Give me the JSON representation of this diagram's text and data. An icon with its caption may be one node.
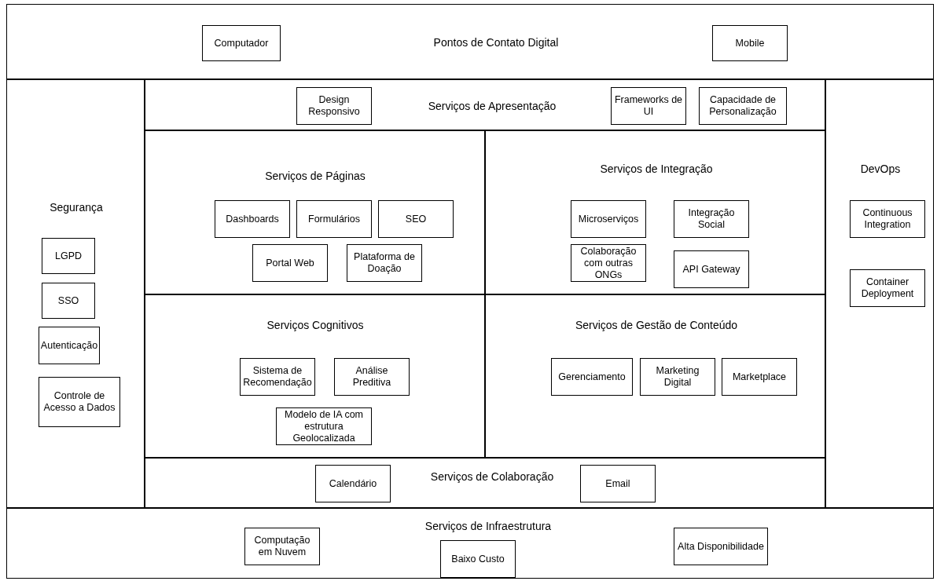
{
  "diagram": {
    "nodes": [
      {
        "text": [
          "Pontos de Contato Digital"
        ]
      },
      {
        "text": [
          "Computador"
        ],
        "in": 0
      },
      {
        "text": [
          "Mobile"
        ],
        "in": 0
      },
      {
        "text": [
          "Segurança"
        ]
      },
      {
        "text": [
          "LGPD"
        ],
        "in": 3
      },
      {
        "text": [
          "SSO"
        ],
        "in": 3
      },
      {
        "text": [
          "Autenticação"
        ],
        "in": 3
      },
      {
        "text": [
          "Controle de Acesso a Dados"
        ],
        "in": 3
      },
      {
        "text": [
          "Serviços de Apresentação"
        ]
      },
      {
        "text": [
          "Design Responsivo"
        ],
        "in": 8
      },
      {
        "text": [
          "Frameworks de UI"
        ],
        "in": 8
      },
      {
        "text": [
          "Capacidade de Personalização"
        ],
        "in": 8
      },
      {
        "text": [
          "Serviços de Páginas"
        ]
      },
      {
        "text": [
          "Dashboards"
        ],
        "in": 12
      },
      {
        "text": [
          "Formulários"
        ],
        "in": 12
      },
      {
        "text": [
          "SEO"
        ],
        "in": 12
      },
      {
        "text": [
          "Portal Web"
        ],
        "in": 12
      },
      {
        "text": [
          "Plataforma de Doação"
        ],
        "in": 12
      },
      {
        "text": [
          "Serviços de Integração"
        ]
      },
      {
        "text": [
          "Microserviços"
        ],
        "in": 18
      },
      {
        "text": [
          "Integração Social"
        ],
        "in": 18
      },
      {
        "text": [
          "Colaboração com outras ONGs"
        ],
        "in": 18
      },
      {
        "text": [
          "API Gateway"
        ],
        "in": 18
      },
      {
        "text": [
          "DevOps"
        ]
      },
      {
        "text": [
          "Continuous Integration"
        ],
        "in": 23
      },
      {
        "text": [
          "Container Deployment"
        ],
        "in": 23
      },
      {
        "text": [
          "Serviços Cognitivos"
        ]
      },
      {
        "text": [
          "Sistema de Recomendação"
        ],
        "in": 26
      },
      {
        "text": [
          "Análise Preditiva"
        ],
        "in": 26
      },
      {
        "text": [
          "Modelo de IA com estrutura Geolocalizada"
        ],
        "in": 26
      },
      {
        "text": [
          "Serviços de Gestão de Conteúdo"
        ]
      },
      {
        "text": [
          "Gerenciamento"
        ],
        "in": 30
      },
      {
        "text": [
          "Marketing Digital"
        ],
        "in": 30
      },
      {
        "text": [
          "Marketplace"
        ],
        "in": 30
      },
      {
        "text": [
          "Serviços de Colaboração"
        ]
      },
      {
        "text": [
          "Calendário"
        ],
        "in": 34
      },
      {
        "text": [
          "Email"
        ],
        "in": 34
      },
      {
        "text": [
          "Serviços de Infraestrutura"
        ]
      },
      {
        "text": [
          "Computação em Nuvem"
        ],
        "in": 37
      },
      {
        "text": [
          "Baixo Custo"
        ],
        "in": 37
      },
      {
        "text": [
          "Alta Disponibilidade"
        ],
        "in": 37
      }
    ]
  }
}
